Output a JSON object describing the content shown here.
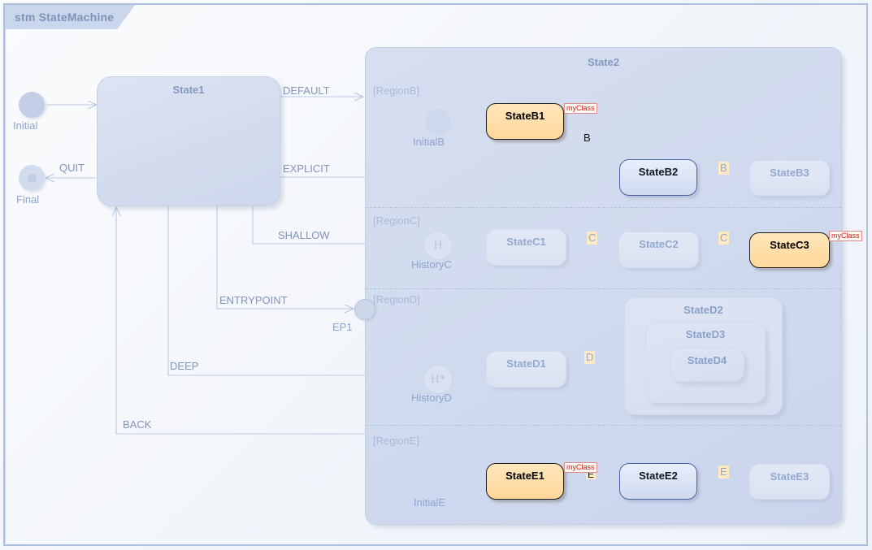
{
  "diagram": {
    "title": "stm StateMachine",
    "type": "uml-state-machine"
  },
  "outer": {
    "initial_label": "Initial",
    "final_label": "Final",
    "state1_label": "State1",
    "transitions": [
      {
        "label": "QUIT"
      },
      {
        "label": "DEFAULT"
      },
      {
        "label": "EXPLICIT"
      },
      {
        "label": "SHALLOW"
      },
      {
        "label": "ENTRYPOINT"
      },
      {
        "label": "DEEP"
      },
      {
        "label": "BACK"
      }
    ],
    "entrypoint_label": "EP1"
  },
  "state2": {
    "label": "State2",
    "regions": [
      {
        "label": "[RegionB]",
        "nodes": [
          {
            "name": "InitialB",
            "kind": "initial-pseudostate"
          },
          {
            "name": "StateB1",
            "style": "highlight",
            "stereotype": "myClass"
          },
          {
            "name": "StateB2",
            "style": "active"
          },
          {
            "name": "StateB3",
            "style": "faded"
          }
        ],
        "triggers": [
          "B",
          "B"
        ]
      },
      {
        "label": "[RegionC]",
        "nodes": [
          {
            "name": "HistoryC",
            "kind": "shallow-history",
            "glyph": "H"
          },
          {
            "name": "StateC1",
            "style": "faded"
          },
          {
            "name": "StateC2",
            "style": "faded"
          },
          {
            "name": "StateC3",
            "style": "highlight",
            "stereotype": "myClass"
          }
        ],
        "triggers": [
          "C",
          "C"
        ]
      },
      {
        "label": "[RegionD]",
        "nodes": [
          {
            "name": "HistoryD",
            "kind": "deep-history",
            "glyph": "H*"
          },
          {
            "name": "StateD1",
            "style": "faded"
          },
          {
            "name": "StateD2",
            "style": "faded"
          },
          {
            "name": "StateD3",
            "style": "faded"
          },
          {
            "name": "StateD4",
            "style": "faded"
          }
        ],
        "triggers": [
          "D"
        ]
      },
      {
        "label": "[RegionE]",
        "nodes": [
          {
            "name": "InitialE",
            "kind": "initial-pseudostate"
          },
          {
            "name": "StateE1",
            "style": "highlight",
            "stereotype": "myClass"
          },
          {
            "name": "StateE2",
            "style": "active"
          },
          {
            "name": "StateE3",
            "style": "faded"
          }
        ],
        "triggers": [
          "E",
          "E"
        ]
      }
    ]
  },
  "colors": {
    "frame_border": "#aebede",
    "title_tab_bg": "#c9d6ec",
    "title_tab_text": "#7f93b8",
    "faded_state_bg": "#dfe6f3",
    "faded_state_text": "#94a9cf",
    "active_state_border": "#4b63a4",
    "highlight_state_bg": "#ffd79a",
    "highlight_state_border": "#1b1b1b",
    "trigger_chip_bg": "#fde9c4",
    "stereotype_text": "#d01515",
    "wire": "#bcc9e2",
    "wire_active": "#3a3a3a"
  }
}
